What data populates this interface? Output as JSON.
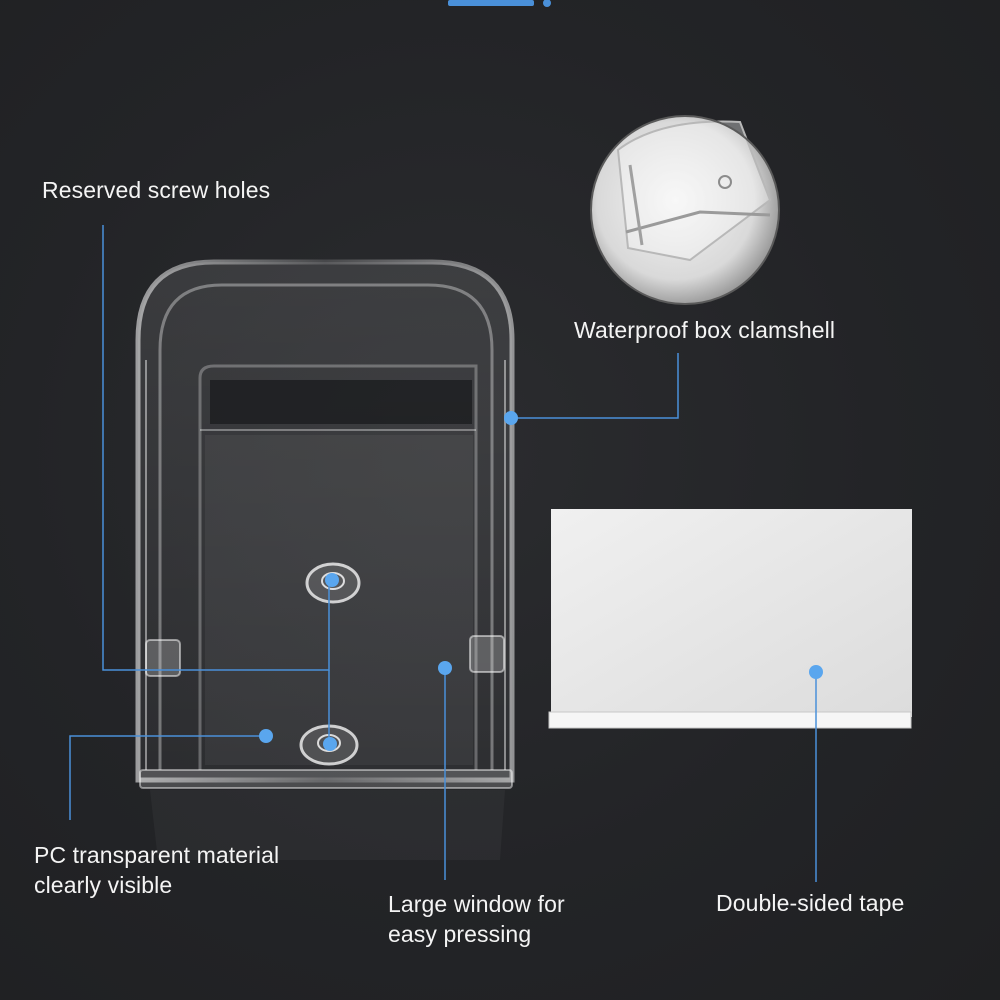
{
  "labels": {
    "screw_holes": "Reserved screw holes",
    "clamshell": "Waterproof box clamshell",
    "pc_material": [
      "PC transparent material",
      "clearly visible"
    ],
    "large_window": [
      "Large window for",
      "easy pressing"
    ],
    "tape": "Double-sided tape"
  },
  "colors": {
    "background": "#232427",
    "callout_line": "#4a90d9",
    "callout_dot": "#5aa6ee",
    "tape": "#e6e6e6"
  }
}
